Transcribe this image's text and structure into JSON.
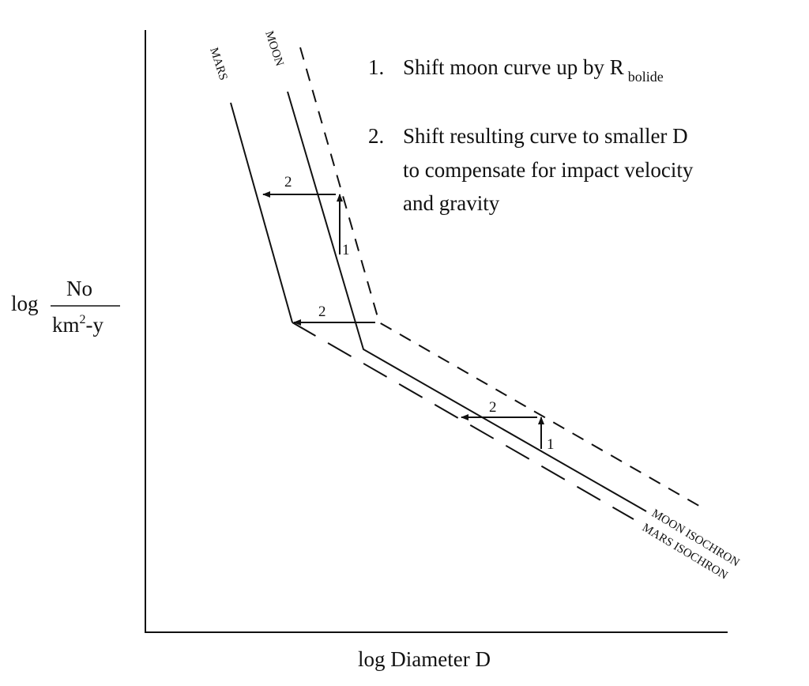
{
  "axes": {
    "x_label": "log Diameter D",
    "y_label_prefix": "log",
    "y_label_numerator": "No",
    "y_label_denominator_base": "km",
    "y_label_denominator_exp": "2",
    "y_label_denominator_suffix": "-y"
  },
  "curves": {
    "mars": "MARS",
    "moon": "MOON",
    "moon_isochron": "MOON ISOCHRON",
    "mars_isochron": "MARS ISOCHRON"
  },
  "steps": {
    "step1_num": "1.",
    "step1_text": "Shift moon curve up by R",
    "step1_sub": "bolide",
    "step2_num": "2.",
    "step2_lines": [
      "Shift resulting curve to smaller D",
      "to compensate for impact velocity",
      "and gravity"
    ]
  },
  "arrow_labels": {
    "one": "1",
    "two": "2"
  },
  "colors": {
    "ink": "#111111",
    "background": "#ffffff"
  }
}
